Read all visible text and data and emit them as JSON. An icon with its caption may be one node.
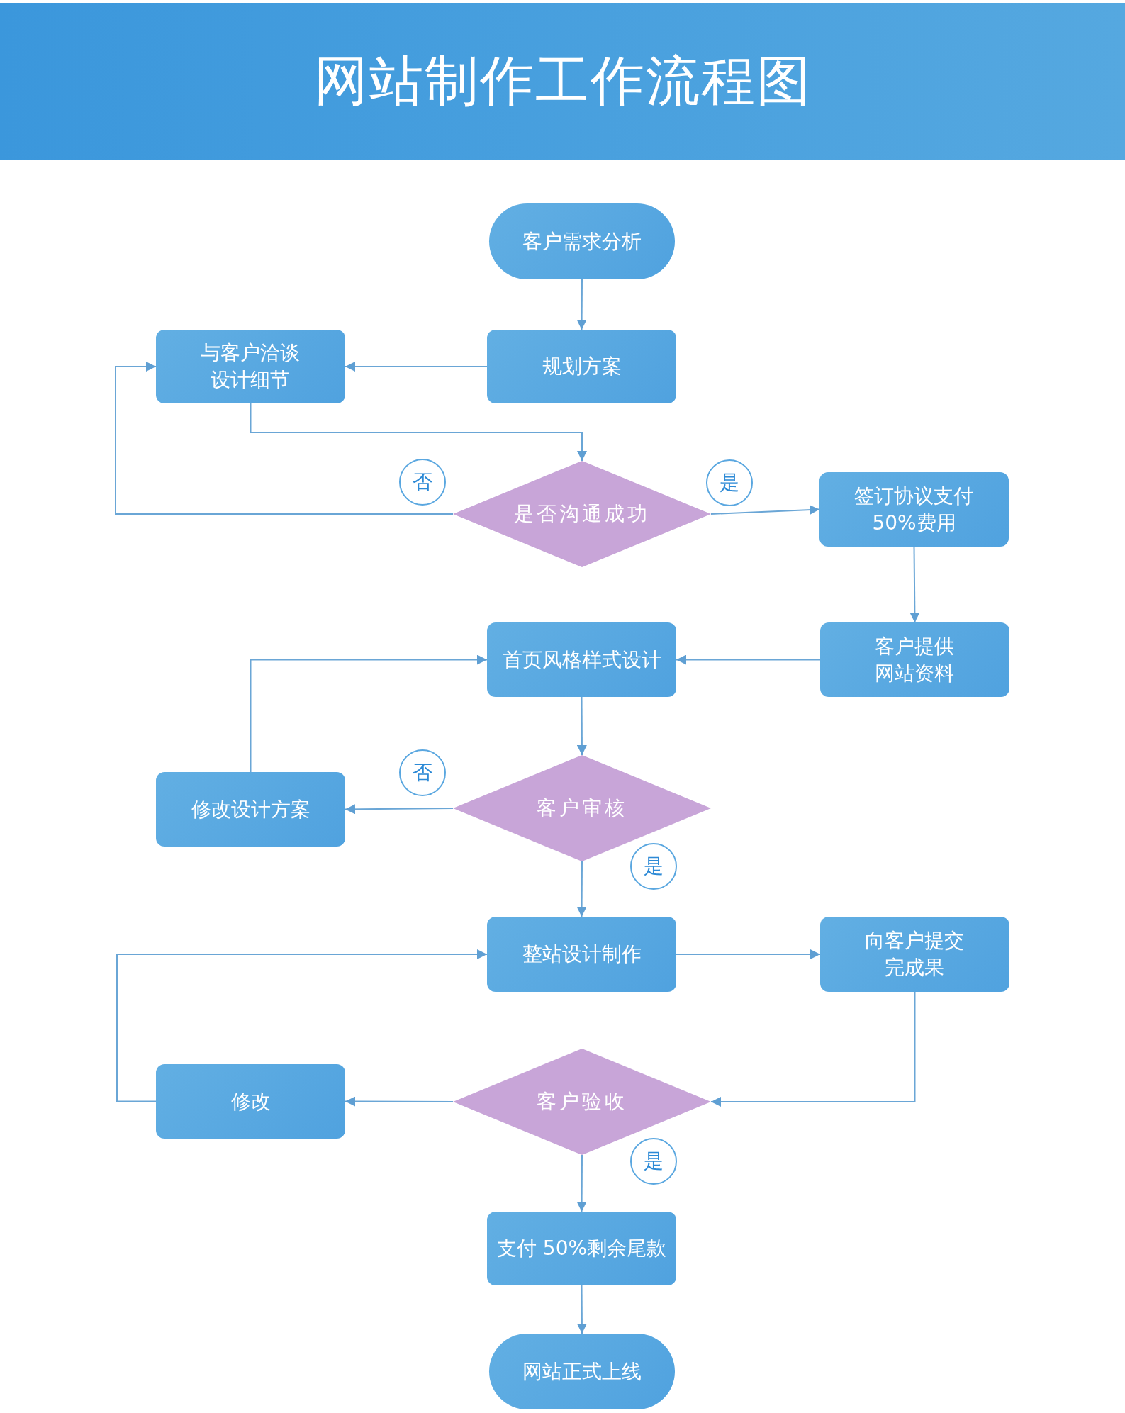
{
  "diagram": {
    "title": "网站制作工作流程图",
    "nodes": [
      {
        "text": [
          "客户需求分析"
        ]
      },
      {
        "text": [
          "与客户洽谈设计细节"
        ]
      },
      {
        "text": [
          "规划方案"
        ]
      },
      {
        "text": [
          "是否沟通成功"
        ]
      },
      {
        "text": [
          "签订协议支付50%费用"
        ]
      },
      {
        "text": [
          "首页风格样式设计"
        ]
      },
      {
        "text": [
          "客户提供网站资料"
        ]
      },
      {
        "text": [
          "客户审核"
        ]
      },
      {
        "text": [
          "修改设计方案"
        ]
      },
      {
        "text": [
          "整站设计制作"
        ]
      },
      {
        "text": [
          "向客户提交完成果"
        ]
      },
      {
        "text": [
          "客户验收"
        ]
      },
      {
        "text": [
          "修改"
        ]
      },
      {
        "text": [
          "支付 50%剩余尾款"
        ]
      },
      {
        "text": [
          "网站正式上线"
        ]
      }
    ],
    "edges": [
      {
        "from": 0,
        "to": 2,
        "arrow": "to"
      },
      {
        "from": 2,
        "to": 1,
        "arrow": "to"
      },
      {
        "from": 1,
        "to": 3,
        "arrow": "to"
      },
      {
        "from": 3,
        "to": 1,
        "arrow": "to",
        "label": "否"
      },
      {
        "from": 3,
        "to": 4,
        "arrow": "to",
        "label": "是"
      },
      {
        "from": 4,
        "to": 6,
        "arrow": "to"
      },
      {
        "from": 6,
        "to": 5,
        "arrow": "to"
      },
      {
        "from": 5,
        "to": 7,
        "arrow": "to"
      },
      {
        "from": 7,
        "to": 8,
        "arrow": "to",
        "label": "否"
      },
      {
        "from": 8,
        "to": 5,
        "arrow": "to"
      },
      {
        "from": 7,
        "to": 9,
        "arrow": "to",
        "label": "是"
      },
      {
        "from": 9,
        "to": 10,
        "arrow": "to"
      },
      {
        "from": 10,
        "to": 11,
        "arrow": "to"
      },
      {
        "from": 11,
        "to": 12,
        "arrow": "to"
      },
      {
        "from": 12,
        "to": 9,
        "arrow": "to"
      },
      {
        "from": 11,
        "to": 13,
        "arrow": "to",
        "label": "是"
      },
      {
        "from": 13,
        "to": 14,
        "arrow": "to"
      }
    ]
  }
}
